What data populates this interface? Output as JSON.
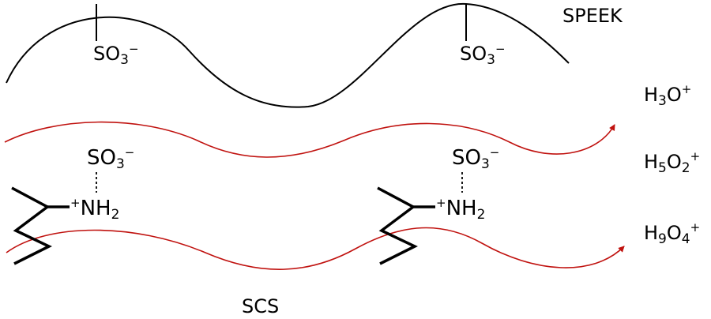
{
  "diagram": {
    "title": "SPEEK",
    "bottom_label": "SCS",
    "sulfonate_top": {
      "base": "SO",
      "sub": "3",
      "sup": "−"
    },
    "sulfonate_side": {
      "base": "SO",
      "sub": "3",
      "sup": "−"
    },
    "ammonium": {
      "pre": "+",
      "base": "NH",
      "sub": "2"
    },
    "ions": [
      {
        "h": "H",
        "n1": "3",
        "o": "O",
        "n2": "",
        "charge": "+"
      },
      {
        "h": "H",
        "n1": "5",
        "o": "O",
        "n2": "2",
        "charge": "+"
      },
      {
        "h": "H",
        "n1": "9",
        "o": "O",
        "n2": "4",
        "charge": "+"
      }
    ],
    "colors": {
      "chain": "#000000",
      "path": "#c0120f"
    }
  }
}
